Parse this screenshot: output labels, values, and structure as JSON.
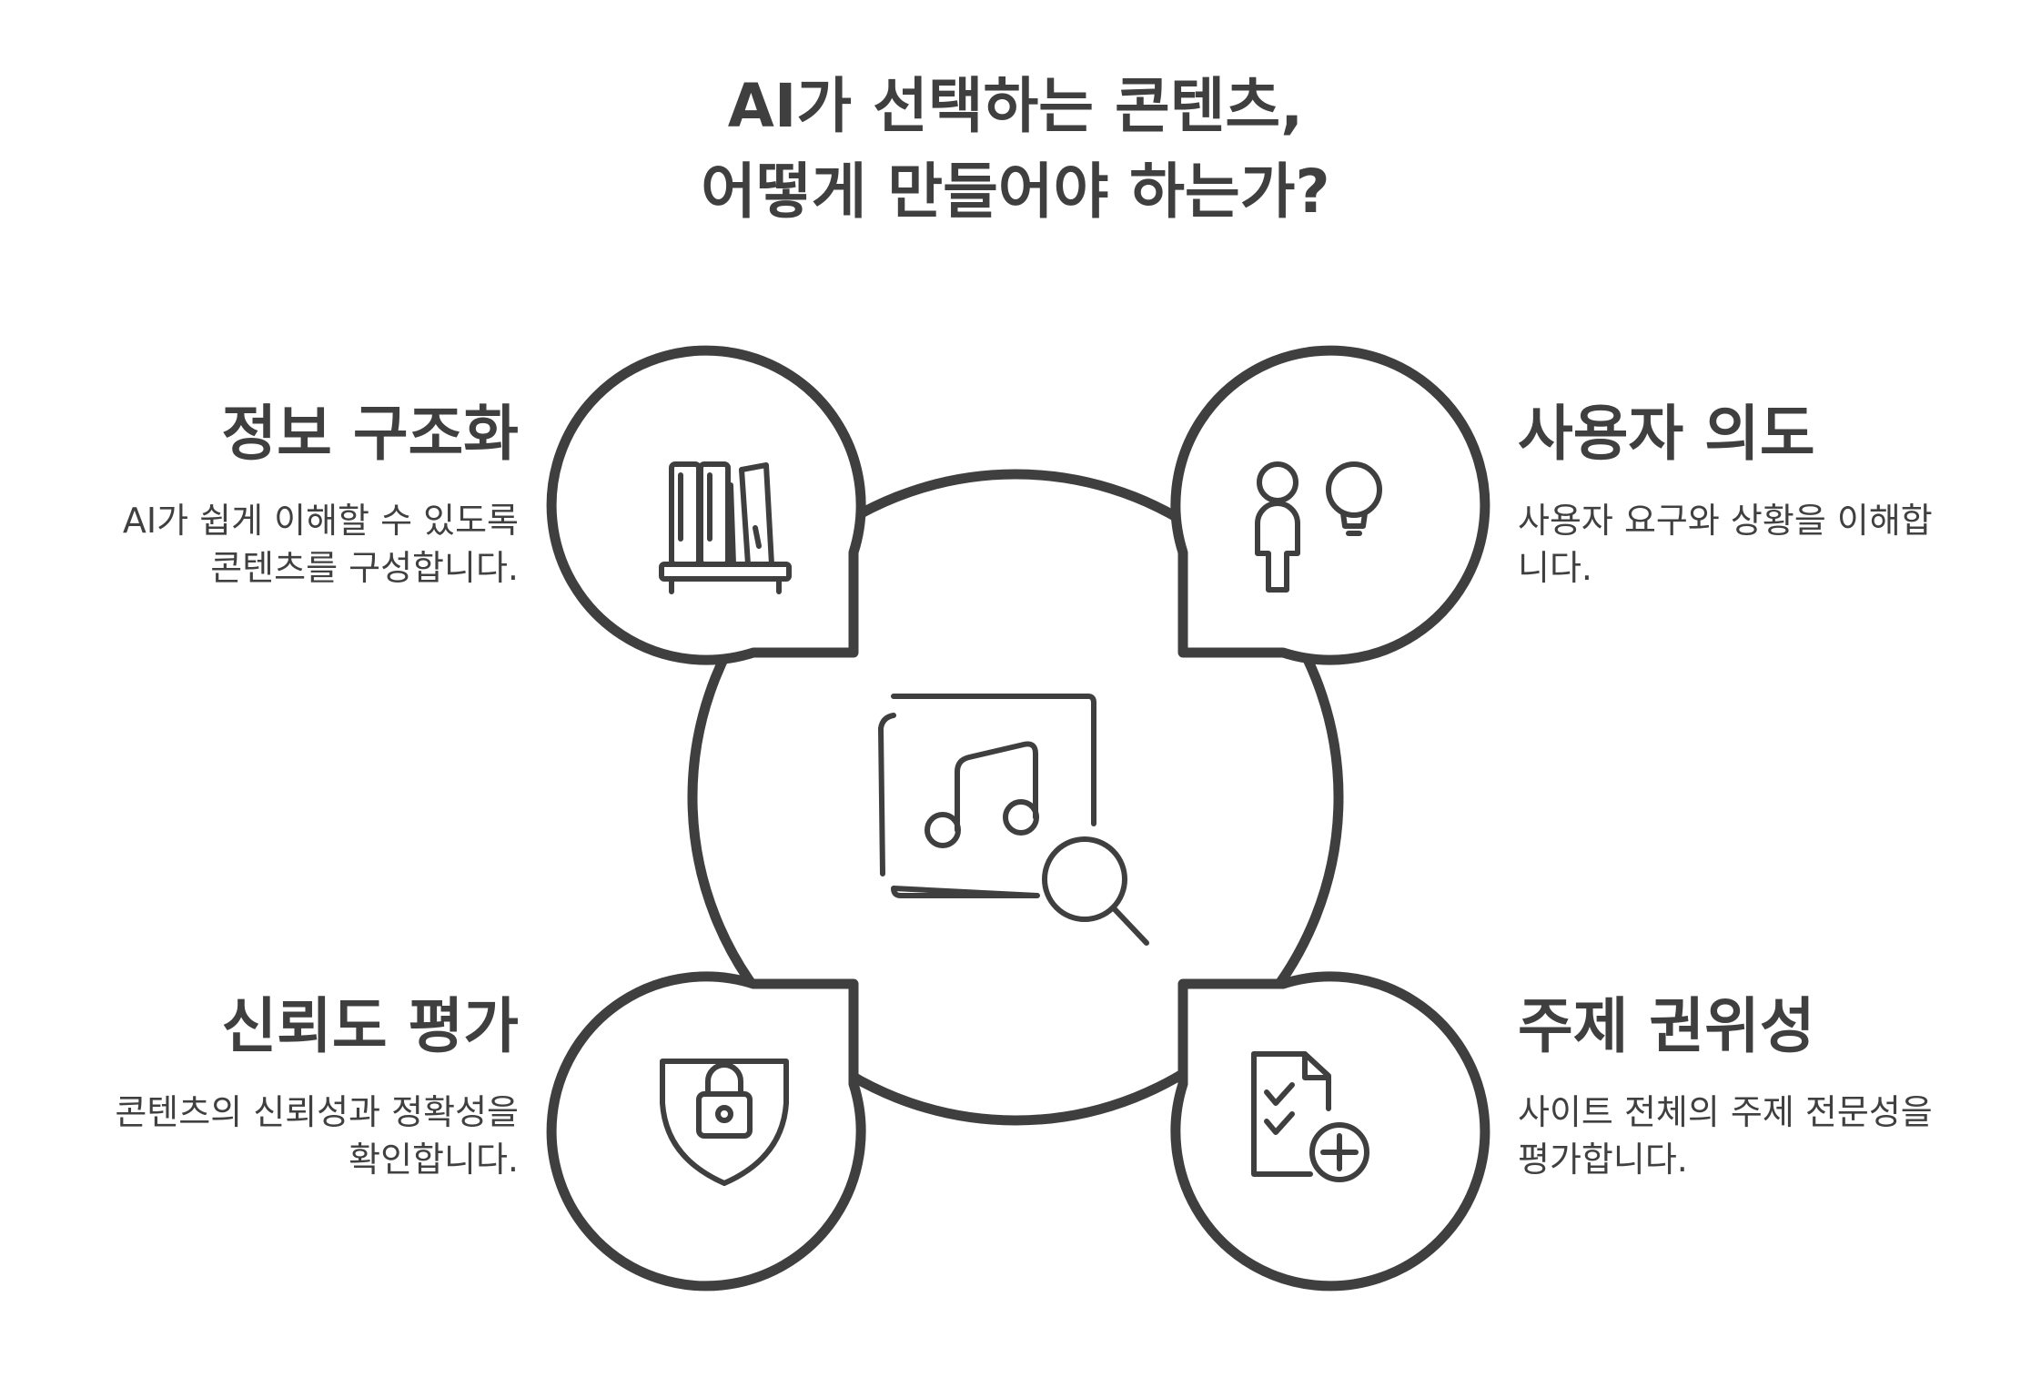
{
  "title": {
    "line1": "AI가 선택하는 콘텐츠,",
    "line2": "어떻게 만들어야 하는가?"
  },
  "items": [
    {
      "position": "top-left",
      "heading": "정보 구조화",
      "description": "AI가 쉽게 이해할 수 있도록 콘텐츠를 구성합니다.",
      "icon": "bookshelf-icon"
    },
    {
      "position": "top-right",
      "heading": "사용자 의도",
      "description": "사용자 요구와 상황을 이해합니다.",
      "icon": "person-lightbulb-icon"
    },
    {
      "position": "bottom-left",
      "heading": "신뢰도 평가",
      "description": "콘텐츠의 신뢰성과 정확성을 확인합니다.",
      "icon": "shield-lock-icon"
    },
    {
      "position": "bottom-right",
      "heading": "주제 권위성",
      "description": "사이트 전체의 주제 전문성을 평가합니다.",
      "icon": "checklist-document-plus-icon"
    }
  ],
  "center": {
    "icon": "music-search-icon"
  },
  "colors": {
    "stroke": "#3f3f3f",
    "text": "#444444",
    "background": "#ffffff"
  }
}
